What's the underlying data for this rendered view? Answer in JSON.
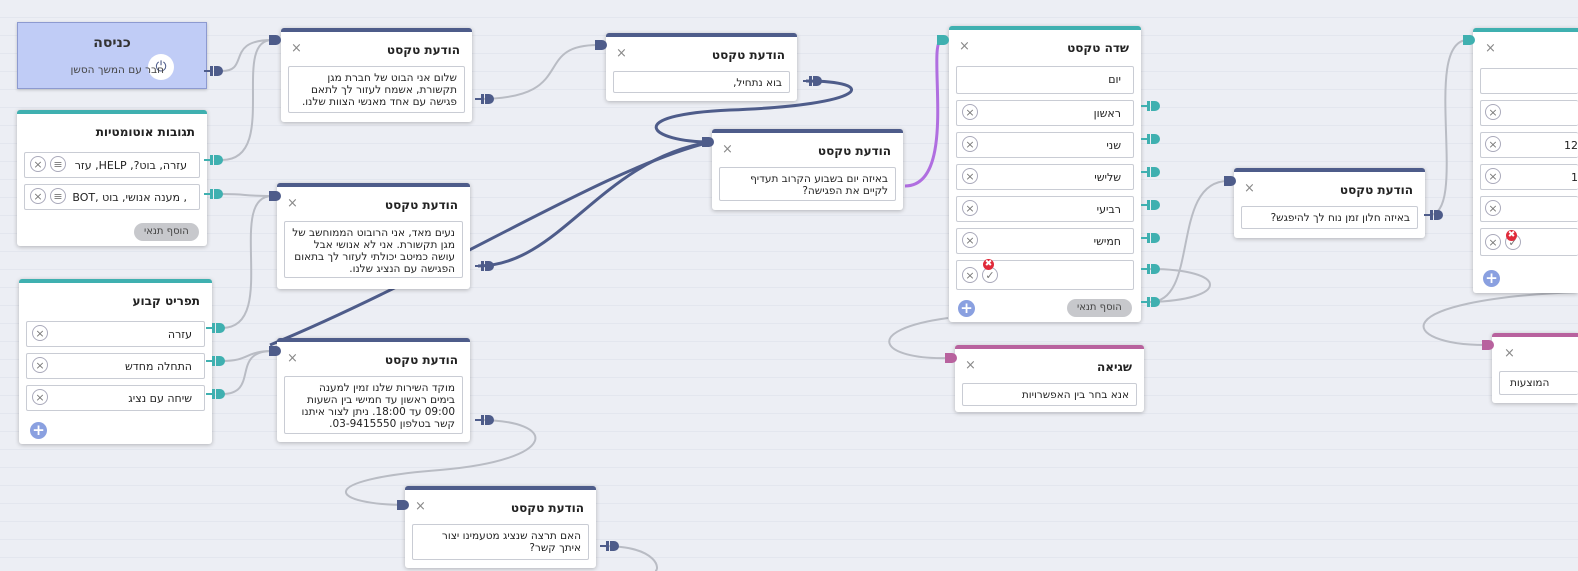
{
  "entry": {
    "title": "כניסה",
    "subtitle": "חבר עם המשך הסשן"
  },
  "auto_responses": {
    "title": "תגובות אוטומטיות",
    "rows": [
      "עזרה, בוט?, HELP, עזר",
      ", מענה אנושי, בוט ,BOT"
    ],
    "add_condition": "הוסף תנאי"
  },
  "fixed_menu": {
    "title": "תפריט קבוע",
    "rows": [
      "עזרה",
      "התחלה מחדש",
      "שיחה עם נציג"
    ],
    "plus": "+"
  },
  "msg1": {
    "title": "הודעת טקסט",
    "text": "שלום אני הבוט של חברת מגן תקשורת, אשמח לעזור לך לתאם פגישה עם אחד מאנשי הצוות שלנו."
  },
  "msg2": {
    "title": "הודעת טקסט",
    "text": "נעים מאד, אני הרובוט הממוחשב של מגן תקשורת. אני לא אנושי אבל עושה כמיטב יכולתי לעזור לך בתאום הפגישה עם הנציג שלנו."
  },
  "msg3": {
    "title": "הודעת טקסט",
    "text": "מוקד השירות שלנו זמין למענה בימים ראשון עד חמישי בין השעות 09:00 עד 18:00. ניתן לצור איתנו קשר בטלפון 03-9415550."
  },
  "msg4": {
    "title": "הודעת טקסט",
    "text": "האם תרצה שנציג מטעמינו יצור איתך קשר?"
  },
  "msg5": {
    "title": "הודעת טקסט",
    "text": "בוא נתחיל,"
  },
  "msg6": {
    "title": "הודעת טקסט",
    "text": "באיזה יום בשבוע הקרוב תעדיף לקיים את הפגישה?"
  },
  "textfield": {
    "title": "שדה טקסט",
    "value": "יום",
    "rows": [
      "ראשון",
      "שני",
      "שלישי",
      "רביעי",
      "חמישי",
      ""
    ],
    "add_condition": "הוסף תנאי",
    "plus": "+"
  },
  "error": {
    "title": "שגיאה",
    "text": "אנא בחר בין האפשרויות"
  },
  "msg7": {
    "title": "הודעת טקסט",
    "text": "באיזה חלון זמן נוח לך להיפגש?"
  },
  "right_partial": {
    "rows": [
      "",
      "",
      "12",
      "1",
      "",
      ""
    ],
    "plus": "+"
  },
  "right_partial2": {
    "text": "המוצעות"
  },
  "close_glyph": "×",
  "colors": {
    "blue": "#4e5c8a",
    "teal": "#3fb0b0",
    "pink": "#b8629e",
    "purple": "#b06ee0",
    "gray": "#b9bcc4"
  }
}
